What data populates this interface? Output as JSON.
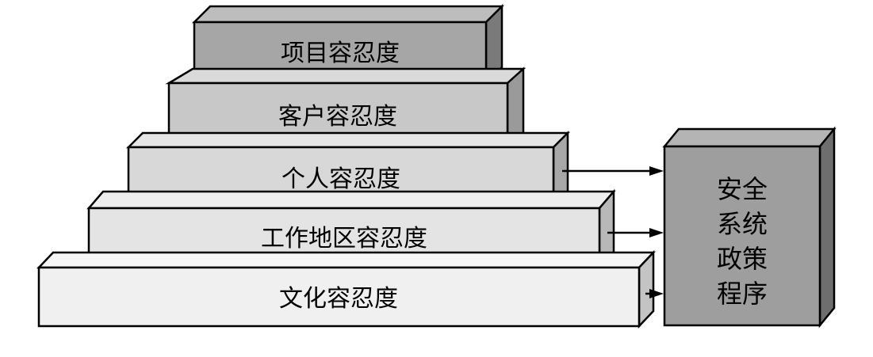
{
  "diagram": {
    "levels": [
      {
        "label": "项目容忍度",
        "face_color": "#a6a6a6",
        "side_color": "#7a7a7a",
        "top_color": "#bdbdbd"
      },
      {
        "label": "客户容忍度",
        "face_color": "#c8c8c8",
        "side_color": "#9a9a9a",
        "top_color": "#dadada"
      },
      {
        "label": "个人容忍度",
        "face_color": "#d8d8d8",
        "side_color": "#a8a8a8",
        "top_color": "#e6e6e6"
      },
      {
        "label": "工作地区容忍度",
        "face_color": "#e4e4e4",
        "side_color": "#b8b8b8",
        "top_color": "#eeeeee"
      },
      {
        "label": "文化容忍度",
        "face_color": "#f0f0f0",
        "side_color": "#c4c4c4",
        "top_color": "#f6f6f6"
      }
    ],
    "policy_box": {
      "lines": [
        "安全",
        "系统",
        "政策",
        "程序"
      ],
      "face_color": "#9e9e9e",
      "side_color": "#6e6e6e",
      "top_color": "#b4b4b4"
    },
    "line_color": "#000000"
  }
}
